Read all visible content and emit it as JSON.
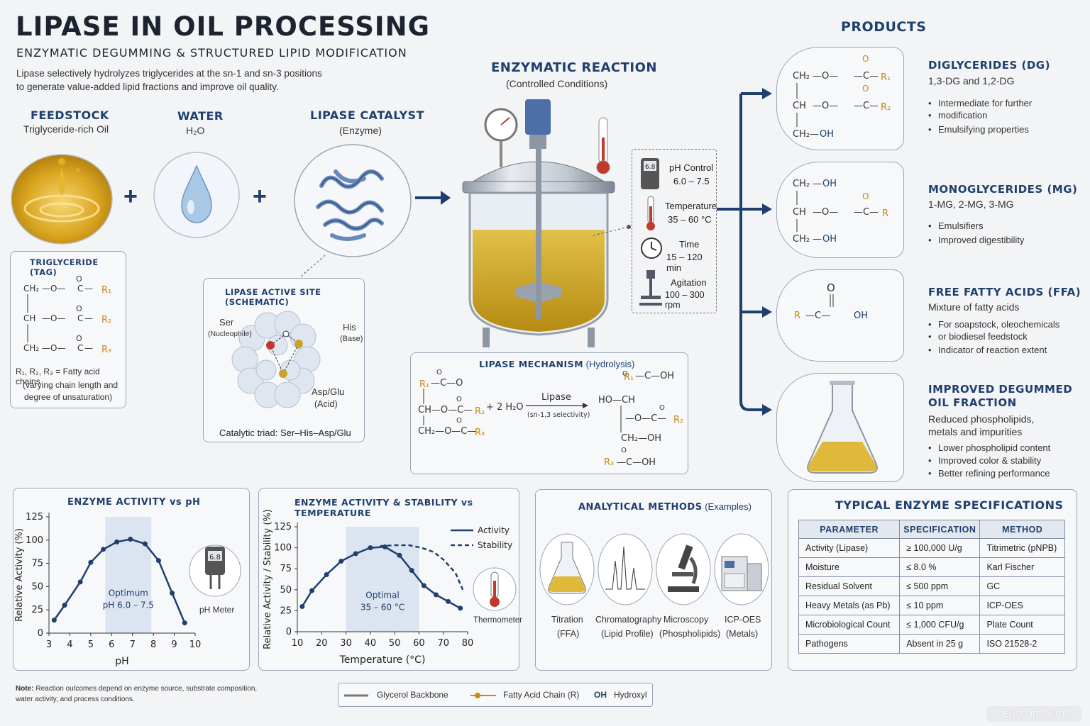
{
  "header": {
    "title": "LIPASE IN OIL PROCESSING",
    "subtitle": "ENZYMATIC DEGUMMING & STRUCTURED LIPID MODIFICATION",
    "desc1": "Lipase selectively hydrolyzes triglycerides at the sn-1 and sn-3 positions",
    "desc2": "to generate value-added lipid fractions and improve oil quality."
  },
  "inputs": {
    "feedstock_title": "FEEDSTOCK",
    "feedstock_sub": "Triglyceride-rich Oil",
    "water_title": "WATER",
    "water_sub": "H₂O",
    "lipase_title": "LIPASE CATALYST",
    "lipase_sub": "(Enzyme)",
    "plus": "+"
  },
  "tag_box": {
    "title": "TRIGLYCERIDE (TAG)",
    "note1": "R₁, R₂, R₃ = Fatty acid chains",
    "note2": "(varying chain length and",
    "note3": "degree of unsaturation)"
  },
  "active_site": {
    "title": "LIPASE ACTIVE SITE (SCHEMATIC)",
    "ser": "Ser",
    "ser_role": "(Nucleophile)",
    "his": "His",
    "his_role": "(Base)",
    "asp": "Asp/Glu",
    "asp_role": "(Acid)",
    "caption": "Catalytic triad: Ser–His–Asp/Glu"
  },
  "reaction": {
    "title": "ENZYMATIC REACTION",
    "sub": "(Controlled Conditions)",
    "ph_display": "6.8",
    "conditions": [
      {
        "label": "pH Control",
        "value": "6.0 – 7.5"
      },
      {
        "label": "Temperature",
        "value": "35 – 60 °C"
      },
      {
        "label": "Time",
        "value": "15 – 120 min"
      },
      {
        "label": "Agitation",
        "value": "100 – 300 rpm"
      }
    ]
  },
  "mechanism": {
    "title": "LIPASE MECHANISM",
    "title_suffix": "(Hydrolysis)",
    "water": "+ 2 H₂O",
    "arrow_label": "Lipase",
    "arrow_sub": "(sn-1,3 selectivity)"
  },
  "products": {
    "header": "PRODUCTS",
    "items": [
      {
        "title": "DIGLYCERIDES (DG)",
        "sub": "1,3-DG and 1,2-DG",
        "bullets": [
          "Intermediate for further",
          "modification",
          "Emulsifying properties"
        ]
      },
      {
        "title": "MONOGLYCERIDES (MG)",
        "sub": "1-MG, 2-MG, 3-MG",
        "bullets": [
          "Emulsifiers",
          "Improved digestibility"
        ]
      },
      {
        "title": "FREE FATTY ACIDS (FFA)",
        "sub": "Mixture of fatty acids",
        "bullets": [
          "For soapstock, oleochemicals",
          "or biodiesel feedstock",
          "Indicator of reaction extent"
        ]
      },
      {
        "title": "IMPROVED DEGUMMED",
        "title2": "OIL FRACTION",
        "sub": "Reduced phospholipids,",
        "sub2": "metals and impurities",
        "bullets": [
          "Lower phospholipid content",
          "Improved color & stability",
          "Better refining performance"
        ]
      }
    ]
  },
  "chart_data": [
    {
      "type": "line",
      "title": "ENZYME ACTIVITY vs pH",
      "xlabel": "pH",
      "ylabel": "Relative Activity (%)",
      "xlim": [
        3,
        10
      ],
      "ylim": [
        0,
        125
      ],
      "xticks": [
        3,
        4,
        5,
        6,
        7,
        8,
        9,
        10
      ],
      "yticks": [
        0,
        25,
        50,
        75,
        100,
        125
      ],
      "x": [
        3.25,
        3.75,
        4.5,
        5.0,
        5.6,
        6.25,
        6.9,
        7.6,
        8.25,
        8.9,
        9.5
      ],
      "series": [
        {
          "values": [
            14,
            30,
            55,
            76,
            90,
            98,
            101,
            96,
            78,
            43,
            11
          ]
        }
      ],
      "optimum_band": [
        5.7,
        7.9
      ],
      "annotation": "Optimum",
      "annotation2": "pH 6.0 – 7.5",
      "icon_label": "pH Meter",
      "meter_value": "6.8"
    },
    {
      "type": "line",
      "title": "ENZYME ACTIVITY & STABILITY vs TEMPERATURE",
      "xlabel": "Temperature (°C)",
      "ylabel": "Relative Activity / Stability (%)",
      "xlim": [
        10,
        80
      ],
      "ylim": [
        0,
        125
      ],
      "xticks": [
        10,
        20,
        30,
        40,
        50,
        60,
        70,
        80
      ],
      "yticks": [
        0,
        25,
        50,
        75,
        100,
        125
      ],
      "x": [
        12,
        16,
        22,
        28,
        34,
        40,
        46,
        52,
        57,
        62,
        67,
        72,
        77
      ],
      "series": [
        {
          "name": "Activity",
          "values": [
            30,
            49,
            68,
            84,
            93,
            100,
            101,
            91,
            73,
            55,
            44,
            36,
            28
          ]
        },
        {
          "name": "Stability",
          "x": [
            44,
            50,
            56,
            61,
            66,
            70,
            75,
            78
          ],
          "values": [
            102,
            103,
            103,
            100,
            95,
            86,
            70,
            50
          ]
        }
      ],
      "optimum_band": [
        30,
        60
      ],
      "annotation": "Optimal",
      "annotation2": "35 – 60 °C",
      "icon_label": "Thermometer"
    }
  ],
  "analytical": {
    "title": "ANALYTICAL METHODS",
    "title_suffix": "(Examples)",
    "items": [
      {
        "name": "Titration",
        "sub": "(FFA)"
      },
      {
        "name": "Chromatography",
        "sub": "(Lipid Profile)"
      },
      {
        "name": "Microscopy",
        "sub": "(Phospholipids)"
      },
      {
        "name": "ICP-OES",
        "sub": "(Metals)"
      }
    ]
  },
  "specs": {
    "title": "TYPICAL ENZYME SPECIFICATIONS",
    "headers": [
      "PARAMETER",
      "SPECIFICATION",
      "METHOD"
    ],
    "rows": [
      [
        "Activity (Lipase)",
        "≥ 100,000 U/g",
        "Titrimetric (pNPB)"
      ],
      [
        "Moisture",
        "≤ 8.0 %",
        "Karl Fischer"
      ],
      [
        "Residual Solvent",
        "≤ 500 ppm",
        "GC"
      ],
      [
        "Heavy Metals (as Pb)",
        "≤ 10 ppm",
        "ICP-OES"
      ],
      [
        "Microbiological Count",
        "≤ 1,000 CFU/g",
        "Plate Count"
      ],
      [
        "Pathogens",
        "Absent in 25 g",
        "ISO 21528-2"
      ]
    ]
  },
  "footer": {
    "note_label": "Note:",
    "note1": "Reaction outcomes depend on enzyme source, substrate composition,",
    "note2": "water activity, and process conditions.",
    "legend": [
      "Glycerol Backbone",
      "Fatty Acid Chain (R)",
      "OH",
      "Hydroxyl"
    ],
    "watermark": "ensuum.com"
  },
  "colors": {
    "navy": "#1f3f6e",
    "gold": "#c58a12",
    "oil": "#d9a520"
  }
}
